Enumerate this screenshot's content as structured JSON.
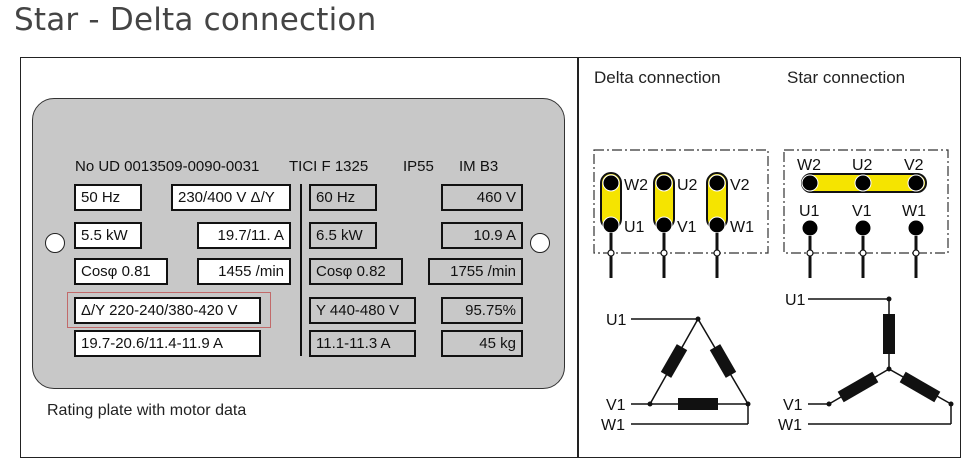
{
  "page_title": "Star - Delta connection",
  "rating_plate": {
    "header": {
      "serial": "No UD 0013509-0090-0031",
      "type": "TICI F  1325",
      "protection": "IP55",
      "mounting": "IM B3"
    },
    "left_50hz": {
      "frequency": "50 Hz",
      "voltage": "230/400 V Δ/Y",
      "power": "5.5 kW",
      "current": "19.7/11. A",
      "power_factor": "Cosφ  0.81",
      "speed": "1455 /min",
      "voltage_range": "Δ/Y 220-240/380-420 V",
      "current_range": "19.7-20.6/11.4-11.9 A"
    },
    "right_60hz": {
      "frequency": "60 Hz",
      "voltage": "460 V",
      "power": "6.5 kW",
      "current": "10.9 A",
      "power_factor": "Cosφ  0.82",
      "speed": "1755 /min",
      "voltage_range": "Y 440-480 V",
      "efficiency": "95.75%",
      "current_range": "11.1-11.3 A",
      "weight": "45 kg"
    },
    "caption": "Rating plate with motor data"
  },
  "diagrams": {
    "delta_title": "Delta connection",
    "star_title": "Star connection",
    "delta_terminals": {
      "top": [
        "W2",
        "U2",
        "V2"
      ],
      "bottom": [
        "U1",
        "V1",
        "W1"
      ]
    },
    "star_terminals": {
      "top": [
        "W2",
        "U2",
        "V2"
      ],
      "bottom": [
        "U1",
        "V1",
        "W1"
      ]
    },
    "delta_schematic_labels": [
      "U1",
      "V1",
      "W1"
    ],
    "star_schematic_labels": [
      "U1",
      "V1",
      "W1"
    ],
    "bridge_color": "#f5e400"
  }
}
